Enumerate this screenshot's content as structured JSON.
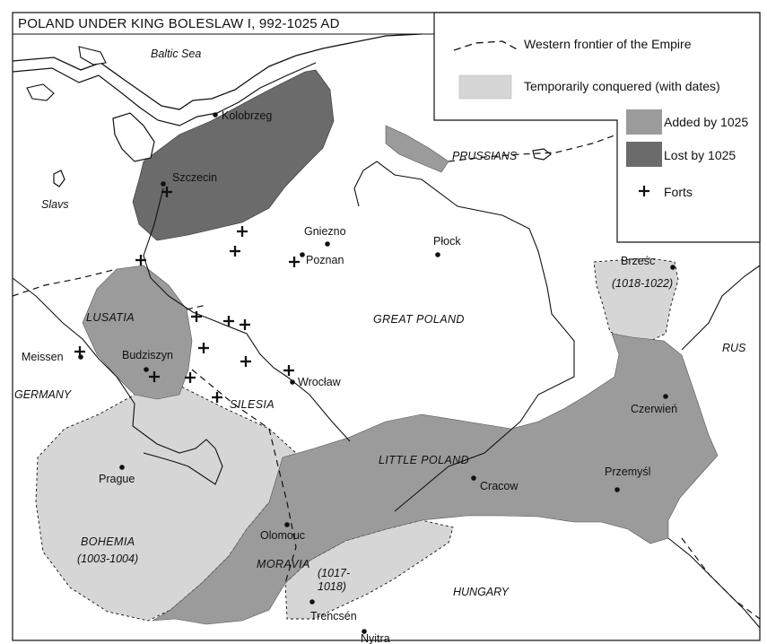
{
  "title": "POLAND UNDER KING BOLESLAW I, 992-1025 AD",
  "colors": {
    "added": "#9b9b9b",
    "lost": "#6b6b6b",
    "temporary": "#d6d6d6",
    "background": "#ffffff",
    "line": "#111111"
  },
  "legend": {
    "frontier": "Western frontier of the Empire",
    "temporary": "Temporarily conquered (with dates)",
    "added": "Added by 1025",
    "lost": "Lost by 1025",
    "forts": "Forts"
  },
  "seas": {
    "baltic": "Baltic Sea"
  },
  "peoples": {
    "slavs": "Slavs",
    "prussians": "PRUSSIANS",
    "rus": "RUS",
    "germany": "GERMANY",
    "hungary": "HUNGARY"
  },
  "regions": {
    "lusatia": "LUSATIA",
    "great_poland": "GREAT POLAND",
    "silesia": "SILESIA",
    "little_poland": "LITTLE POLAND",
    "moravia": "MORAVIA",
    "bohemia": "BOHEMIA",
    "bohemia_dates": "(1003-1004)",
    "slovakia_dates_1": "(1017-",
    "slovakia_dates_2": "1018)",
    "brzesc_dates": "(1018-1022)"
  },
  "cities": {
    "kolobrzeg": "Kolobrzeg",
    "szczecin": "Szczecin",
    "gniezno": "Gniezno",
    "poznan": "Poznan",
    "plock": "Płock",
    "brzesc": "Brześc",
    "meissen": "Meissen",
    "budziszyn": "Budziszyn",
    "wroclaw": "Wrocław",
    "czerwien": "Czerwień",
    "prague": "Prague",
    "cracow": "Cracow",
    "przemysl": "Przemyśl",
    "olomouc": "Olomouc",
    "trencsen": "Trencsén",
    "nyitra": "Nyitra"
  }
}
